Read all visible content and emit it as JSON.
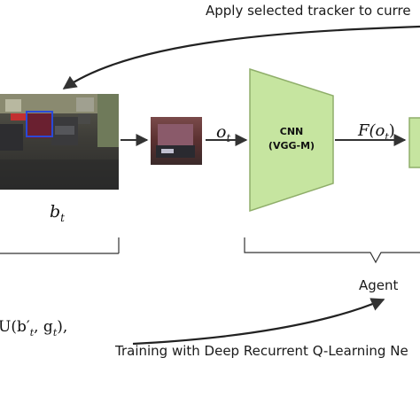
{
  "top_caption": "Apply selected tracker to curre",
  "frame_label_base": "b",
  "frame_label_sub": "t",
  "obs_label_base": "o",
  "obs_label_sub": "t",
  "cnn_title": "CNN",
  "cnn_subtitle": "(VGG-M)",
  "feature_label": "F(o",
  "feature_label_sub": "t",
  "feature_label_close": ")",
  "agent_label": "Agent",
  "iou_prefix": "U(b′",
  "iou_sub1": "t",
  "iou_mid": ", g",
  "iou_sub2": "t",
  "iou_suffix": "),",
  "bottom_caption": "Training with Deep Recurrent Q-Learning Ne",
  "colors": {
    "cnn_fill": "#c6e5a0",
    "cnn_stroke": "#8fae6a",
    "box_highlight": "#2a4ad8",
    "arrow": "#333333"
  }
}
